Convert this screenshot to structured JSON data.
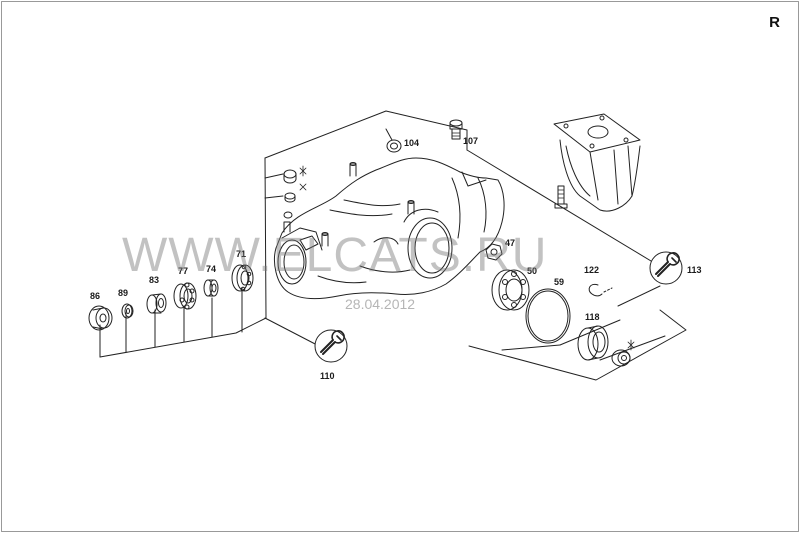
{
  "diagram": {
    "corner_code": "R",
    "watermark": "WWW.ELCATS.RU",
    "watermark_date": "28.04.2012",
    "callouts": {
      "c86": "86",
      "c89": "89",
      "c83": "83",
      "c77": "77",
      "c74": "74",
      "c71": "71",
      "c110": "110",
      "c104": "104",
      "c107": "107",
      "c47": "47",
      "c50": "50",
      "c59": "59",
      "c122": "122",
      "c113": "113",
      "c118": "118"
    },
    "icons": [
      "wrench-icon",
      "wrench-icon",
      "standard-part-mark-icon"
    ]
  }
}
